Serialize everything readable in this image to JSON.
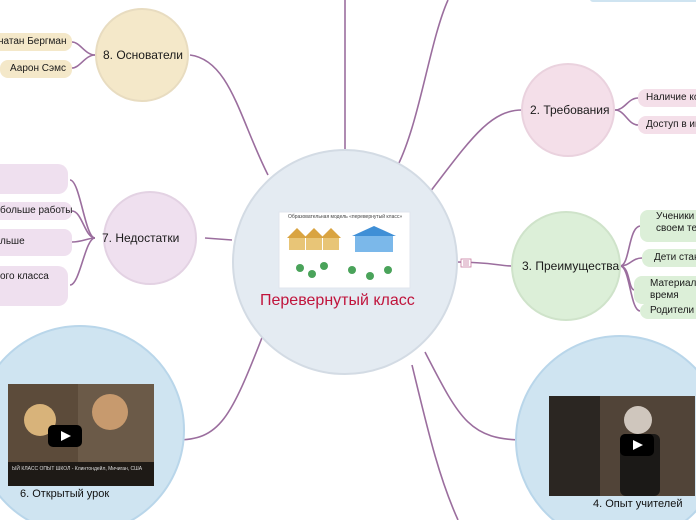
{
  "central": {
    "title": "Перевернутый класс",
    "image_caption": "Образовательная модель «перевернутый класс»"
  },
  "nodes": {
    "founders": {
      "label": "8. Основатели",
      "leaves": [
        "натан Бергман",
        "Аарон Сэмс"
      ]
    },
    "requirements": {
      "label": "2. Требования",
      "leaves": [
        "Наличие ко",
        "Доступ в ин"
      ]
    },
    "advantages": {
      "label": "3. Преимущества",
      "leaves": [
        "Ученики\nсвоем те",
        "Дети стан",
        "Материал\nвремя",
        "Родители"
      ]
    },
    "drawbacks": {
      "label": "7. Недостатки",
      "leaves": [
        "",
        "больше работы",
        "льше",
        "ого класса"
      ]
    },
    "open_lesson": {
      "label": "6. Открытый урок",
      "video_caption": "ЫЙ КЛАСС ОПЫТ ШКОЛ - Клинтондейл, Мичиган, США"
    },
    "teacher_experience": {
      "label": "4. Опыт учителей"
    }
  },
  "colors": {
    "line": "#9b6e9e",
    "founders_fill": "#f4e8c9",
    "requirements_fill": "#f4dfe9",
    "advantages_fill": "#dcefd8",
    "drawbacks_fill": "#efe0ef",
    "video_fill": "#cfe4f1",
    "central_fill": "#e4ebf2"
  },
  "icons": {
    "collapse": "menu-icon",
    "play": "play-icon"
  }
}
